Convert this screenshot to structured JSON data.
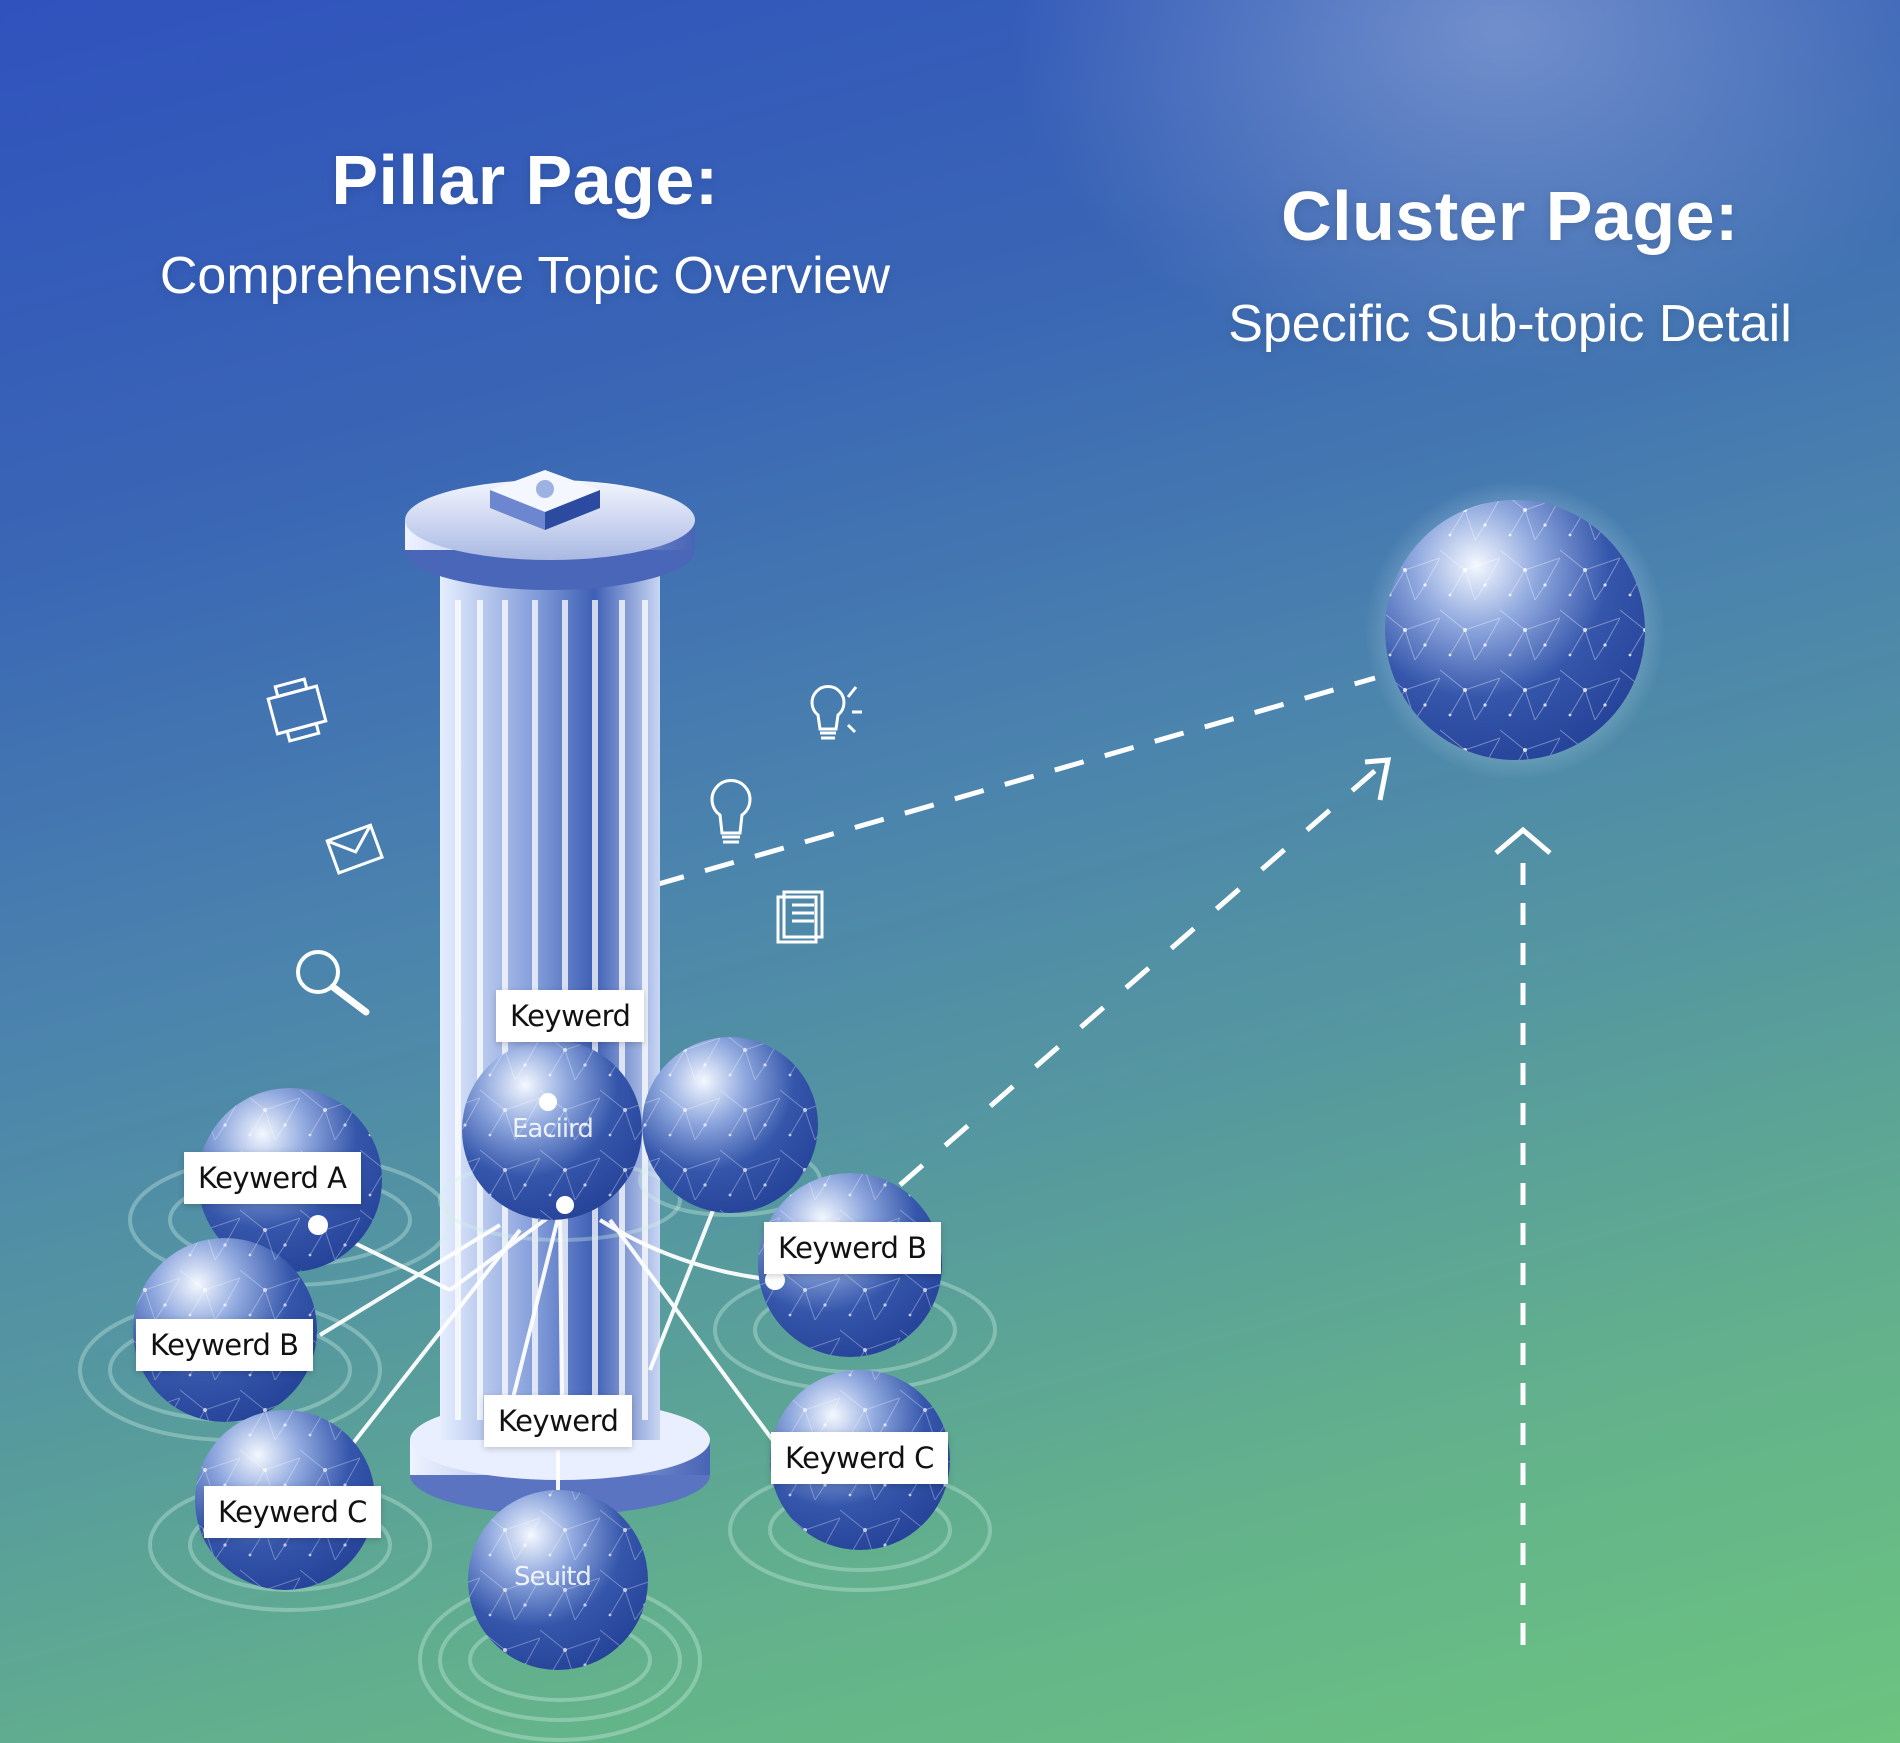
{
  "pillar": {
    "heading": "Pillar Page:",
    "subheading": "Comprehensive Topic Overview"
  },
  "cluster": {
    "heading": "Cluster Page:",
    "subheading": "Specific Sub-topic Detail"
  },
  "keyword_labels": {
    "top_center": "Keywerd",
    "left_a": "Keywerd A",
    "left_b": "Keywerd B",
    "left_c": "Keywerd C",
    "right_b": "Keywerd B",
    "right_c": "Keywerd C",
    "bottom_center": "Keywerd"
  },
  "orb_texts": {
    "center_orb": "Eaciird",
    "bottom_orb": "Seuitd"
  },
  "icons": [
    "document-icon",
    "envelope-icon",
    "search-icon",
    "lightbulb-icon",
    "lightbulb-icon",
    "notes-icon",
    "pillar-cube-icon"
  ],
  "colors": {
    "bg_top": "#2f52bd",
    "bg_bottom": "#6cc47f",
    "orb_dark": "#2a4aa0",
    "orb_light": "#e8f0ff",
    "label_bg": "#ffffff",
    "line": "#ffffff"
  }
}
